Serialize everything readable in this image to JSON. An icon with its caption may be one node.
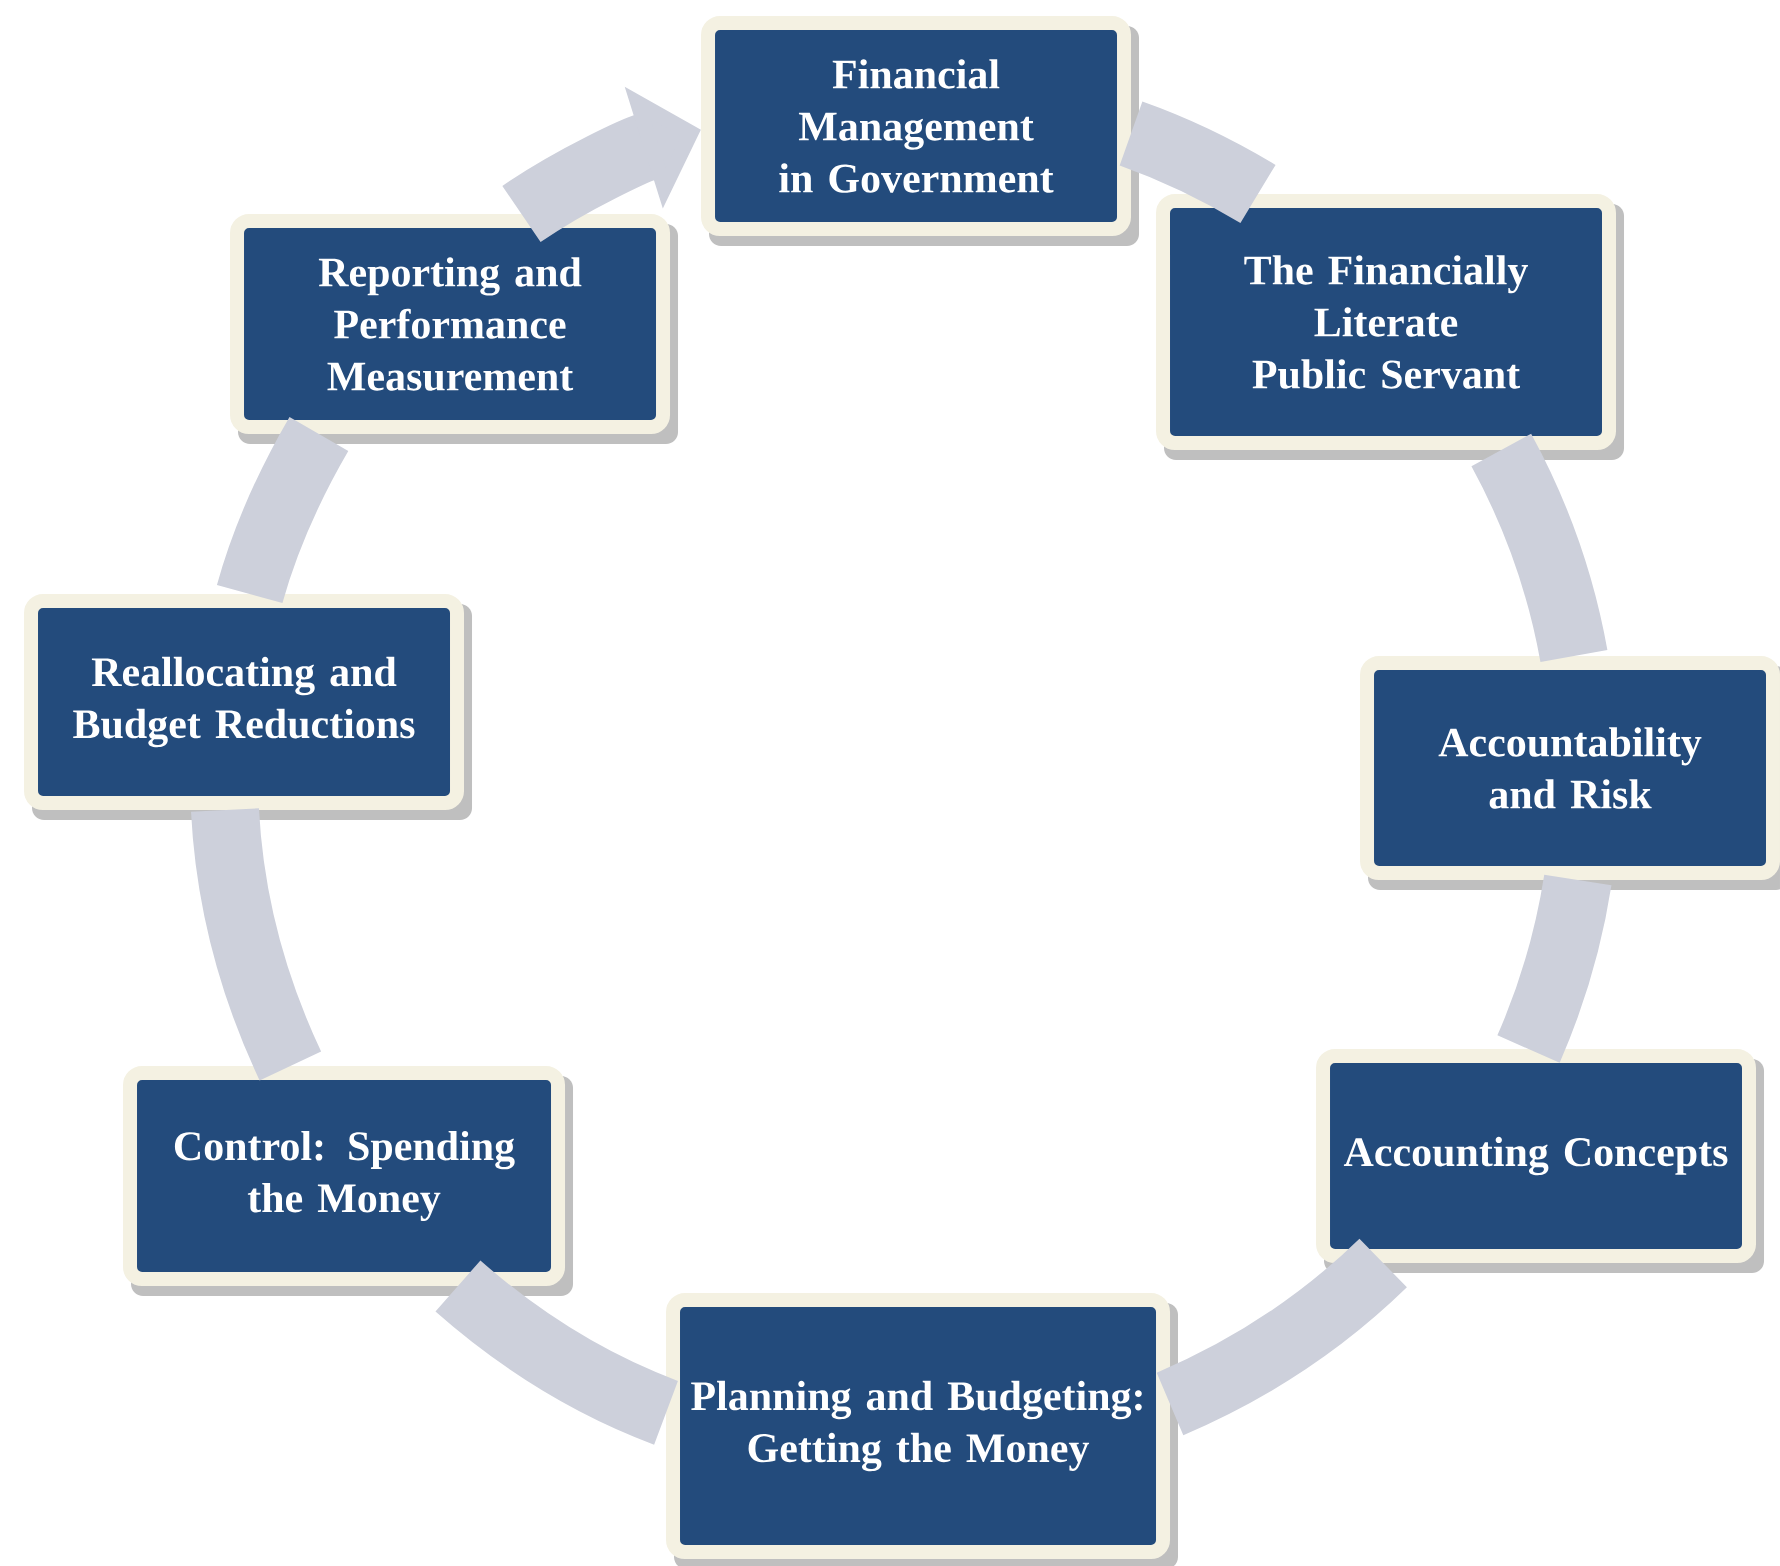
{
  "diagram": {
    "nodes": [
      {
        "text": [
          "Financial Management in Government"
        ]
      },
      {
        "text": [
          "The Financially Literate Public Servant"
        ]
      },
      {
        "text": [
          "Accountability and Risk"
        ]
      },
      {
        "text": [
          "Accounting Concepts"
        ]
      },
      {
        "text": [
          "Planning and Budgeting: Getting the Money"
        ]
      },
      {
        "text": [
          "Control: Spending the Money"
        ]
      },
      {
        "text": [
          "Reallocating and Budget Reductions"
        ]
      },
      {
        "text": [
          "Reporting and Performance Measurement"
        ]
      }
    ],
    "edges": [
      {
        "from": 0,
        "to": 1,
        "arrow": "none"
      },
      {
        "from": 1,
        "to": 2,
        "arrow": "none"
      },
      {
        "from": 2,
        "to": 3,
        "arrow": "none"
      },
      {
        "from": 3,
        "to": 4,
        "arrow": "none"
      },
      {
        "from": 4,
        "to": 5,
        "arrow": "none"
      },
      {
        "from": 5,
        "to": 6,
        "arrow": "none"
      },
      {
        "from": 6,
        "to": 7,
        "arrow": "none"
      },
      {
        "from": 7,
        "to": 0,
        "arrow": "to"
      }
    ]
  }
}
